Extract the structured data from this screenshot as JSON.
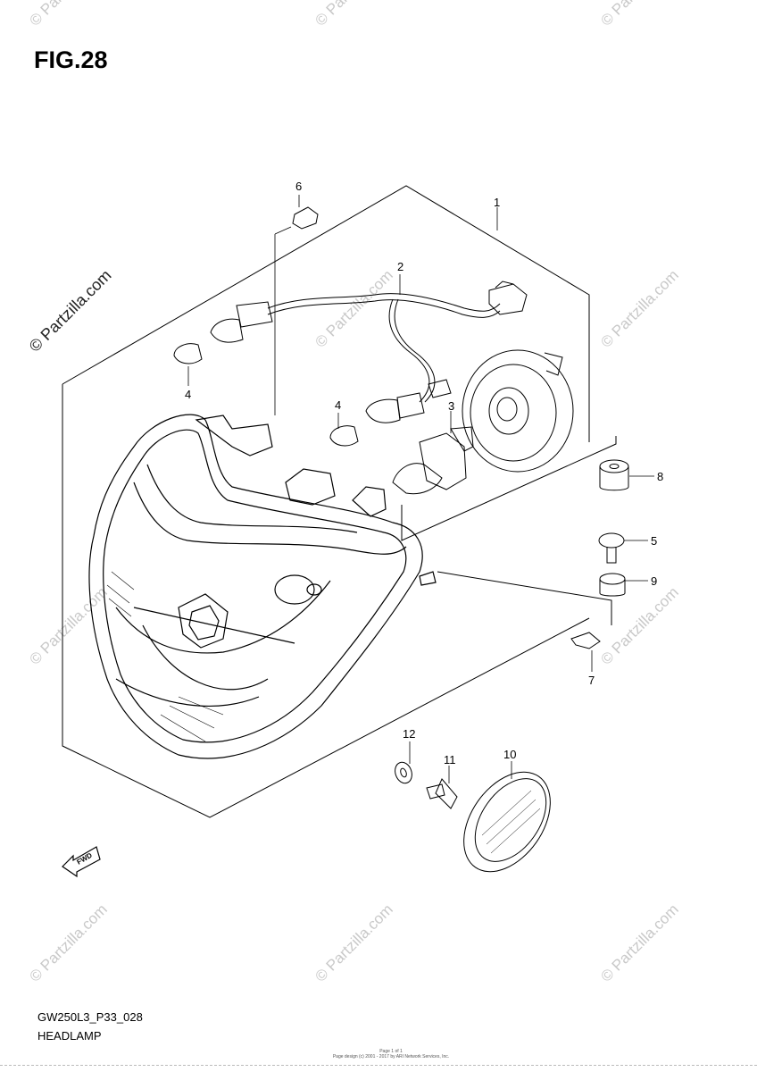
{
  "figure": {
    "title": "FIG.28",
    "code": "GW250L3_P33_028",
    "name": "HEADLAMP"
  },
  "watermark": {
    "text": "© Partzilla.com",
    "color": "#c9c9c9"
  },
  "direction_arrow_label": "FWD",
  "callouts": [
    "1",
    "2",
    "3",
    "4",
    "4",
    "5",
    "6",
    "7",
    "8",
    "9",
    "10",
    "11",
    "12"
  ],
  "tiny_footer": [
    "Page 1 of 1",
    "Page design (c) 2001 - 2017 by ARI Network Services, Inc."
  ]
}
